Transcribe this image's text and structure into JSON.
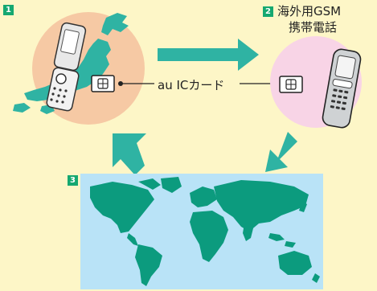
{
  "diagram": {
    "step1_badge": "1",
    "step2_badge": "2",
    "step3_badge": "3",
    "phone_label_line1": "海外用GSM",
    "phone_label_line2": "携帯電話",
    "card_label": "au ICカード"
  },
  "colors": {
    "background": "#fdf6c7",
    "badge_green": "#15a870",
    "japan_circle": "#f6c9a4",
    "gsm_circle": "#f8d4e6",
    "arrow_teal": "#2fb3a3",
    "map_ocean": "#b9e3f7",
    "map_land": "#0c9b7e"
  }
}
